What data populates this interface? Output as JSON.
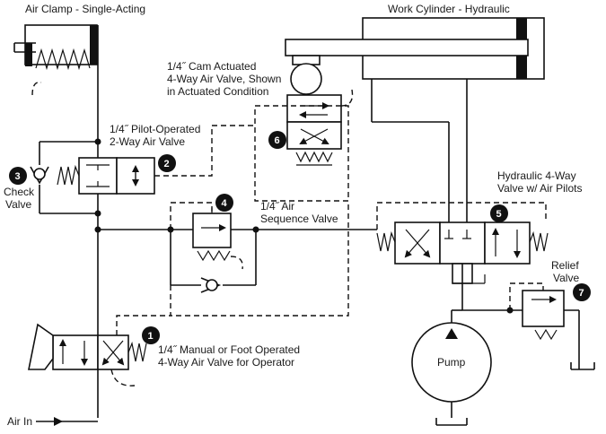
{
  "labels": {
    "air_clamp": "Air Clamp - Single-Acting",
    "work_cylinder": "Work Cylinder - Hydraulic",
    "cam_valve_l1": "1/4˝ Cam Actuated",
    "cam_valve_l2": "4-Way Air Valve, Shown",
    "cam_valve_l3": "in Actuated Condition",
    "pilot_valve_l1": "1/4˝ Pilot-Operated",
    "pilot_valve_l2": "2-Way Air Valve",
    "check_l1": "Check",
    "check_l2": "Valve",
    "seq_l1": "1/4˝ Air",
    "seq_l2": "Sequence Valve",
    "hyd_l1": "Hydraulic 4-Way",
    "hyd_l2": "Valve w/ Air Pilots",
    "relief_l1": "Relief",
    "relief_l2": "Valve",
    "manual_l1": "1/4˝ Manual or Foot Operated",
    "manual_l2": "4-Way Air Valve for Operator",
    "pump": "Pump",
    "air_in": "Air In"
  },
  "badges": {
    "b1": "1",
    "b2": "2",
    "b3": "3",
    "b4": "4",
    "b5": "5",
    "b6": "6",
    "b7": "7"
  }
}
